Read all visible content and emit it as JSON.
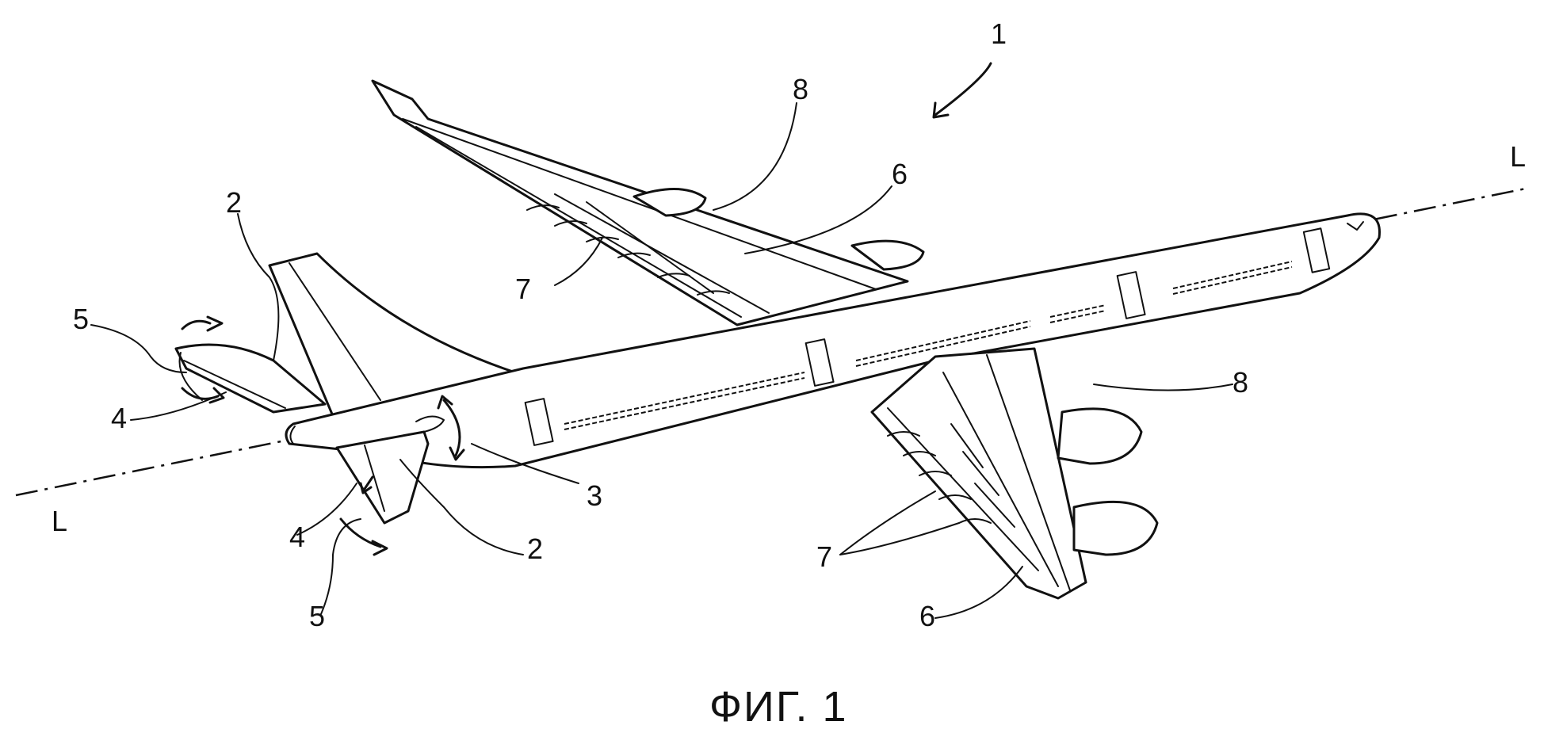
{
  "labels": {
    "aircraft": "1",
    "tailplane_left": "2",
    "tailplane_right": "2",
    "pivot_axis": "3",
    "elevator_left": "4",
    "elevator_right": "4",
    "movement_left": "5",
    "movement_right": "5",
    "wing_left": "6",
    "wing_right": "6",
    "flaps_left": "7",
    "flaps_right": "7",
    "leading_edge_left": "8",
    "leading_edge_right": "8",
    "axis_left": "L",
    "axis_right": "L"
  },
  "caption": "ФИГ. 1",
  "colors": {
    "ink": "#111111",
    "paper": "#ffffff"
  }
}
